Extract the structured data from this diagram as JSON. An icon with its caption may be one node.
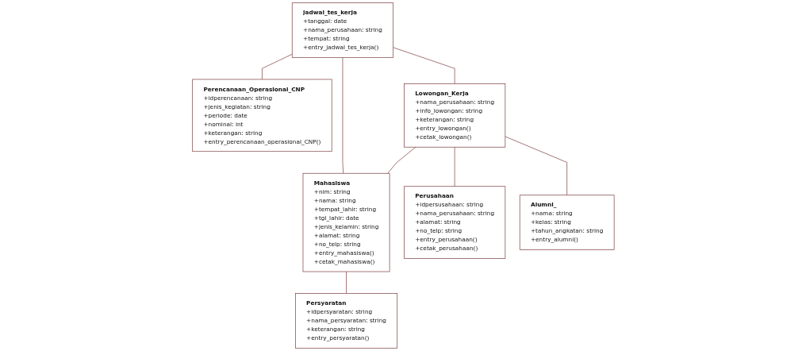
{
  "diagram": {
    "nodes": [
      {
        "text": [
          "jadwal_tes_kerja",
          "+tanggal: date",
          "+nama_perusahaan: string",
          "+tempat: string",
          "+entry_jadwal_tes_kerja()"
        ]
      },
      {
        "text": [
          "Lowongan_Kerja",
          "+nama_perusahaan: string",
          "+info_lowongan: string",
          "+keterangan: string",
          "+entry_lowongan()",
          "+cetak_lowongan()"
        ]
      },
      {
        "text": [
          "Perusahaan",
          "+idpersusahaan: string",
          "+nama_perusahaan: string",
          "+alamat: string",
          "+no_telp: string",
          "+entry_perusahaan()",
          "+cetak_perusahaan()"
        ]
      },
      {
        "text": [
          "Alumni_",
          "+nama: string",
          "+kelas: string",
          "+tahun_angkatan: string",
          "+entry_alumni()"
        ]
      },
      {
        "text": [
          "Perencanaan_Operasional_CNP",
          "+idperencanaan: string",
          "+jenis_kegiatan: string",
          "+periode: date",
          "+nominal: int",
          "+keterangan: string",
          "+entry_perencanaan_operasional_CNP()"
        ]
      },
      {
        "text": [
          "Mahasiswa",
          "+nim: string",
          "+nama: string",
          "+tempat_lahir: string",
          "+tgl_lahir: date",
          "+jenis_kelamin: string",
          "+alamat: string",
          "+no_telp: string",
          "+entry_mahasiswa()",
          "+cetak_mahasiswa()"
        ]
      },
      {
        "text": [
          "Persyaratan",
          "+idpersyaratan: string",
          "+nama_persyaratan: string",
          "+keterangan: string",
          "+entry_persyaratan()"
        ]
      }
    ],
    "edges": [
      {
        "from": 0,
        "to": 1,
        "arrow": "none"
      },
      {
        "from": 1,
        "to": 2,
        "arrow": "none"
      },
      {
        "from": 1,
        "to": 3,
        "arrow": "none"
      },
      {
        "from": 0,
        "to": 4,
        "arrow": "none"
      },
      {
        "from": 0,
        "to": 5,
        "arrow": "none"
      },
      {
        "from": 1,
        "to": 5,
        "arrow": "none"
      },
      {
        "from": 5,
        "to": 6,
        "arrow": "none"
      }
    ]
  }
}
